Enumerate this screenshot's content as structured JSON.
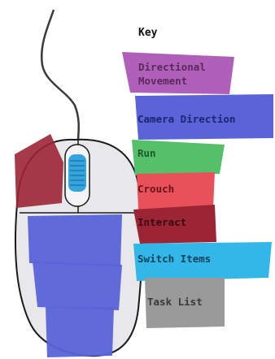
{
  "key": {
    "title": "Key",
    "items": [
      {
        "label": "Directional\nMovement",
        "color": "#b060b8",
        "text_color": "#5a2a5e"
      },
      {
        "label": "Camera Direction",
        "color": "#5a63d8",
        "text_color": "#1f2470"
      },
      {
        "label": "Run",
        "color": "#55bf6a",
        "text_color": "#1d5a28"
      },
      {
        "label": "Crouch",
        "color": "#e8505a",
        "text_color": "#6a1418"
      },
      {
        "label": "Interact",
        "color": "#9b2535",
        "text_color": "#3a0a10"
      },
      {
        "label": "Switch Items",
        "color": "#33b6e8",
        "text_color": "#10425a"
      },
      {
        "label": "Task List",
        "color": "#9a9a9a",
        "text_color": "#3a3a3a"
      }
    ]
  },
  "mouse": {
    "body_color": "#e8e8ea",
    "outline_color": "#1a1a1a",
    "cable_color": "#3a3a3a"
  }
}
